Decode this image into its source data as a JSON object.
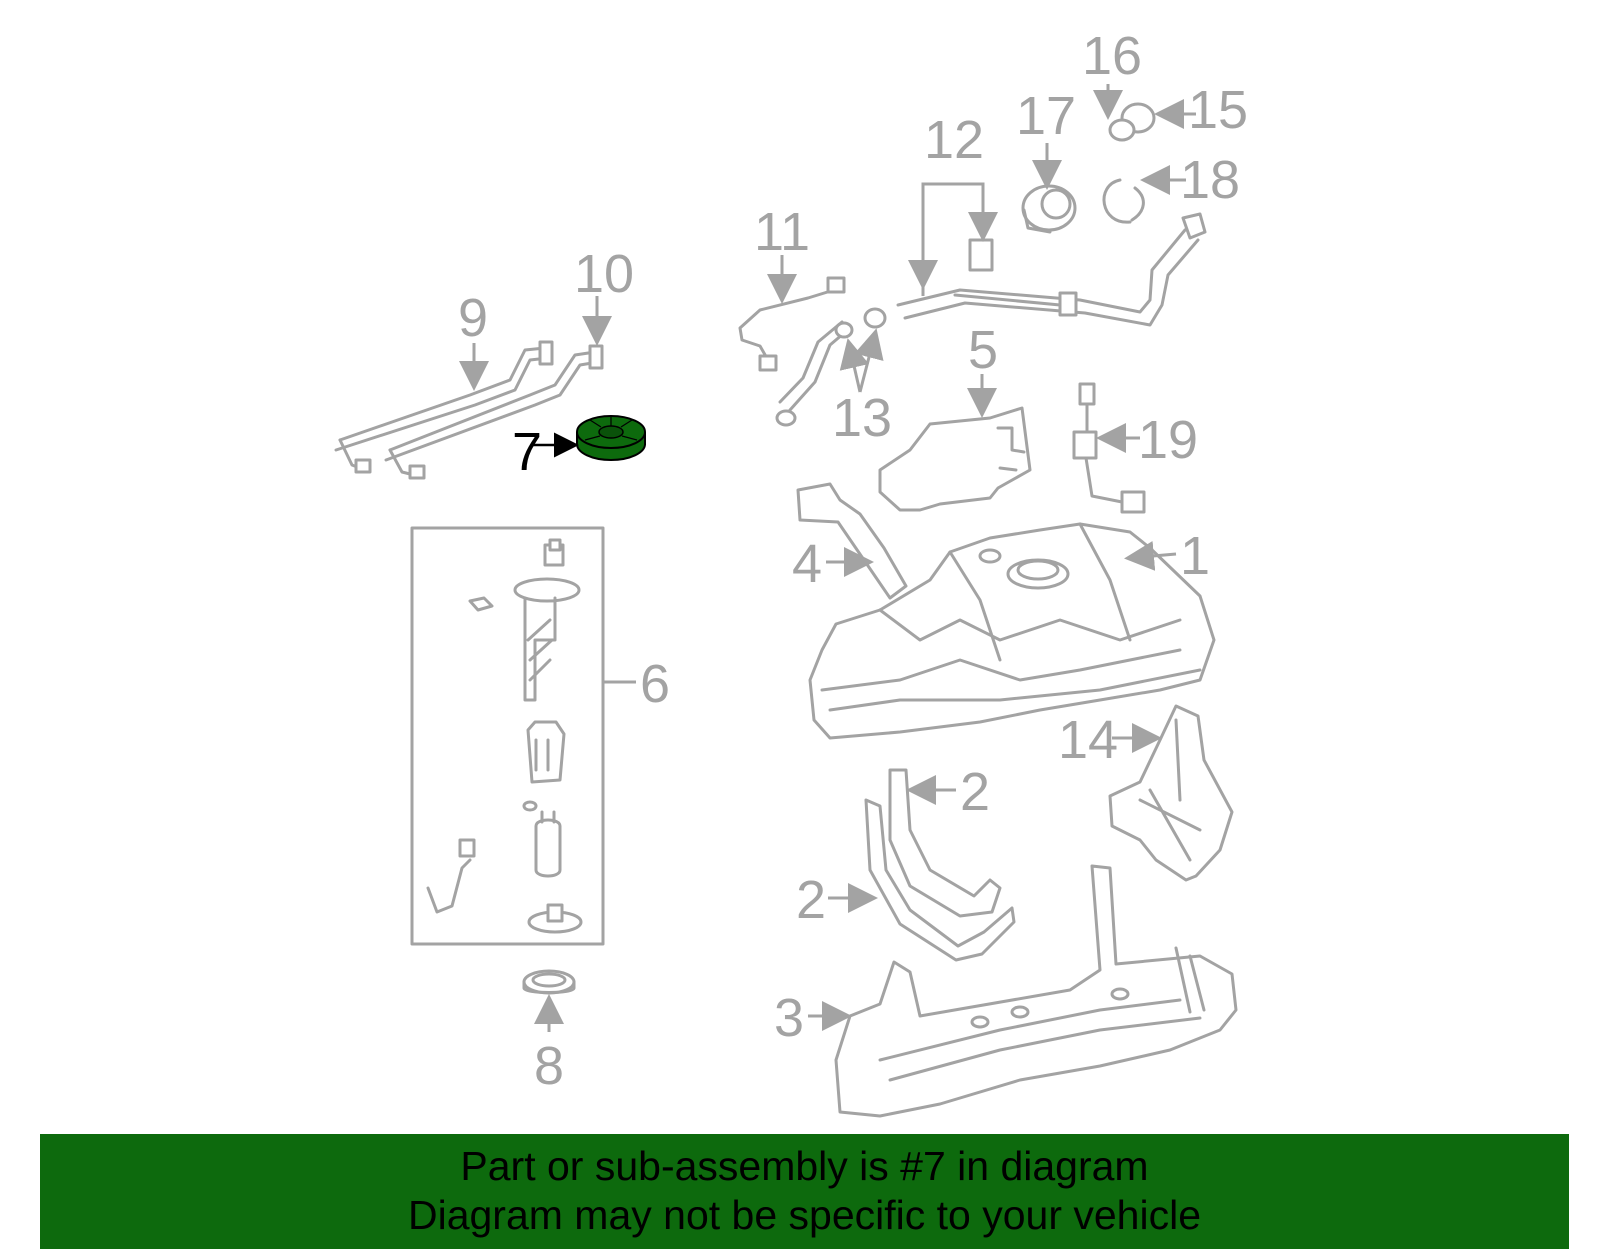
{
  "diagram": {
    "callouts": [
      {
        "label": "1"
      },
      {
        "label": "2"
      },
      {
        "label": "2"
      },
      {
        "label": "3"
      },
      {
        "label": "4"
      },
      {
        "label": "5"
      },
      {
        "label": "6"
      },
      {
        "label": "7"
      },
      {
        "label": "8"
      },
      {
        "label": "9"
      },
      {
        "label": "10"
      },
      {
        "label": "11"
      },
      {
        "label": "12"
      },
      {
        "label": "13"
      },
      {
        "label": "14"
      },
      {
        "label": "15"
      },
      {
        "label": "16"
      },
      {
        "label": "17"
      },
      {
        "label": "18"
      },
      {
        "label": "19"
      }
    ],
    "highlighted_part": "7",
    "highlight_color": "#0d6a0d",
    "line_color": "#a3a3a3"
  },
  "banner": {
    "line1": "Part or sub-assembly is #7 in diagram",
    "line2": "Diagram may not be specific to your vehicle",
    "background": "#0d6a0d"
  }
}
